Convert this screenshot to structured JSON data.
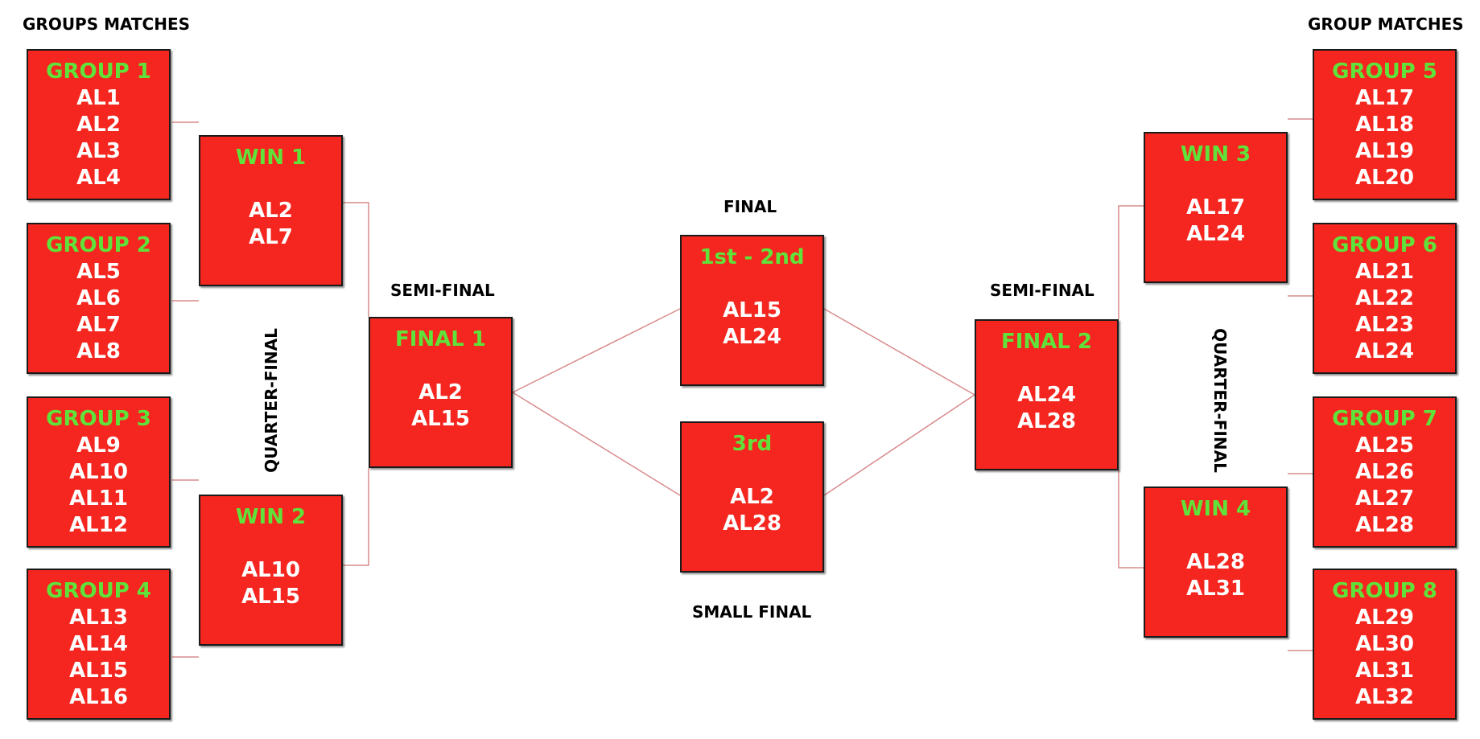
{
  "labels": {
    "left_groups": "GROUPS MATCHES",
    "right_groups": "GROUP MATCHES",
    "final": "FINAL",
    "semi_left": "SEMI-FINAL",
    "semi_right": "SEMI-FINAL",
    "small_final": "SMALL  FINAL",
    "quarter_left": "QUARTER-FINAL",
    "quarter_right": "QUARTER-FINAL"
  },
  "groups": [
    {
      "title": "GROUP 1",
      "teams": [
        "AL1",
        "AL2",
        "AL3",
        "AL4"
      ]
    },
    {
      "title": "GROUP 2",
      "teams": [
        "AL5",
        "AL6",
        "AL7",
        "AL8"
      ]
    },
    {
      "title": "GROUP 3",
      "teams": [
        "AL9",
        "AL10",
        "AL11",
        "AL12"
      ]
    },
    {
      "title": "GROUP 4",
      "teams": [
        "AL13",
        "AL14",
        "AL15",
        "AL16"
      ]
    },
    {
      "title": "GROUP 5",
      "teams": [
        "AL17",
        "AL18",
        "AL19",
        "AL20"
      ]
    },
    {
      "title": "GROUP 6",
      "teams": [
        "AL21",
        "AL22",
        "AL23",
        "AL24"
      ]
    },
    {
      "title": "GROUP 7",
      "teams": [
        "AL25",
        "AL26",
        "AL27",
        "AL28"
      ]
    },
    {
      "title": "GROUP 8",
      "teams": [
        "AL29",
        "AL30",
        "AL31",
        "AL32"
      ]
    }
  ],
  "quarters": [
    {
      "title": "WIN 1",
      "teams": [
        "AL2",
        "AL7"
      ]
    },
    {
      "title": "WIN 2",
      "teams": [
        "AL10",
        "AL15"
      ]
    },
    {
      "title": "WIN 3",
      "teams": [
        "AL17",
        "AL24"
      ]
    },
    {
      "title": "WIN 4",
      "teams": [
        "AL28",
        "AL31"
      ]
    }
  ],
  "semis": [
    {
      "title": "FINAL  1",
      "teams": [
        "AL2",
        "AL15"
      ]
    },
    {
      "title": "FINAL  2",
      "teams": [
        "AL24",
        "AL28"
      ]
    }
  ],
  "finals": [
    {
      "title": "1st - 2nd",
      "teams": [
        "AL15",
        "AL24"
      ]
    },
    {
      "title": "3rd",
      "teams": [
        "AL2",
        "AL28"
      ]
    }
  ],
  "colors": {
    "box_fill": "#f4261f",
    "title_text": "#5fe33a",
    "team_text": "#ffffff",
    "connector": "#d98b8b"
  }
}
